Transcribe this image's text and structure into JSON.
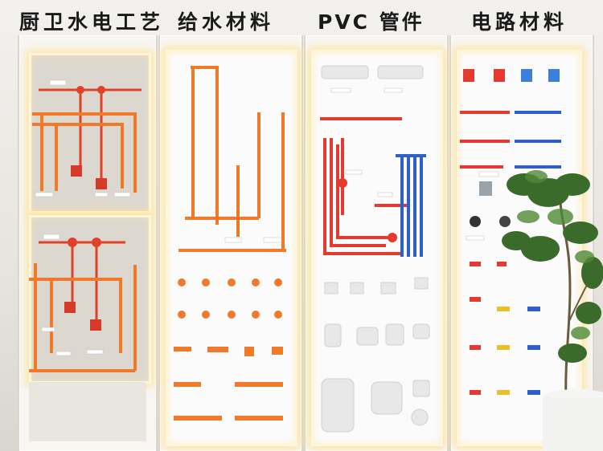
{
  "headings": {
    "kitchen_bath": "厨卫水电工艺",
    "water_supply": "给水材料",
    "pvc": "PVC 管件",
    "electric": "电路材料"
  },
  "colors": {
    "ppr_orange": "#f07a2a",
    "ppr_red": "#e0412a",
    "conduit_red": "#e53a2f",
    "conduit_blue": "#2f5fc8",
    "pvc_white": "#eeeeee",
    "frame": "#f7f6f3",
    "glow": "#ffe6a0",
    "plant_green": "#3a6b2a"
  },
  "icons": [
    "pipe-fitting-icon",
    "junction-box-icon",
    "wire-coil-icon",
    "potted-plant"
  ]
}
